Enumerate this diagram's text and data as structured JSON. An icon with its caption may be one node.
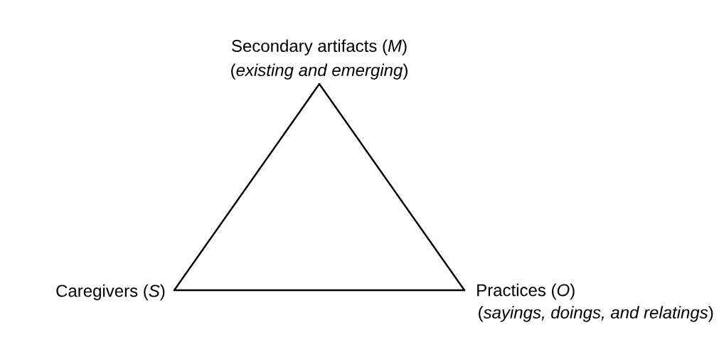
{
  "diagram": {
    "nodes": [
      {
        "text": [
          "Secondary artifacts (*M*)",
          "(*existing and emerging*)"
        ]
      },
      {
        "text": [
          "Caregivers (*S*)"
        ]
      },
      {
        "text": [
          "Practices (*O*)",
          "(*sayings, doings, and relatings*)"
        ]
      }
    ],
    "edges": [
      {
        "from": 0,
        "to": 1,
        "arrow": "none"
      },
      {
        "from": 1,
        "to": 2,
        "arrow": "none"
      },
      {
        "from": 2,
        "to": 0,
        "arrow": "none"
      }
    ]
  }
}
